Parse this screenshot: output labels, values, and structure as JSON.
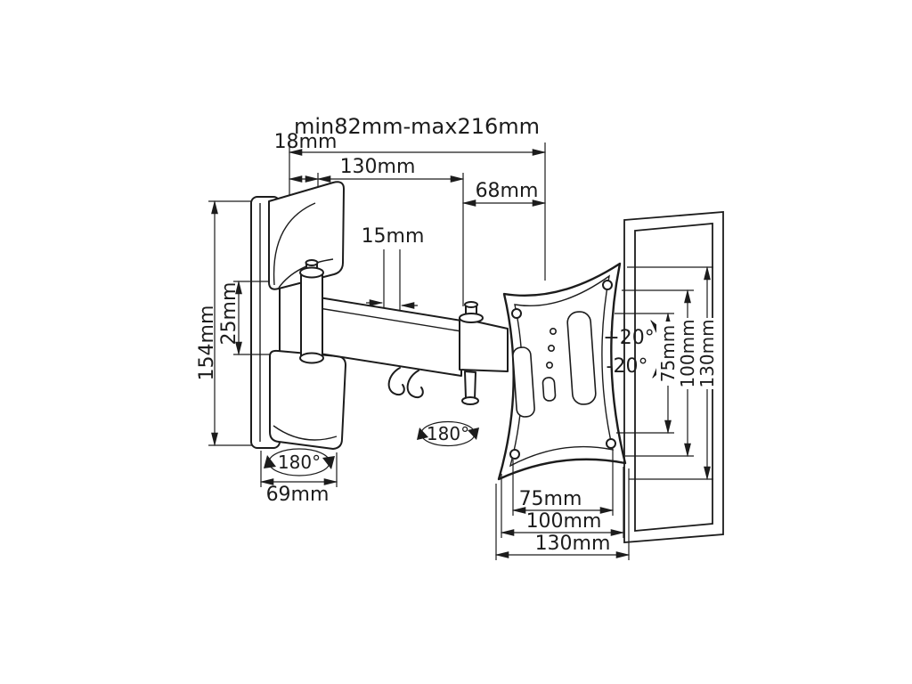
{
  "diagram": {
    "subject": "full-motion-tv-wall-mount-dimension-drawing",
    "style": {
      "line_color": "#1c1c1c",
      "background": "#ffffff"
    }
  },
  "labels": {
    "overall": "min82mm-max216mm",
    "depth_18": "18mm",
    "arm_130": "130mm",
    "offset_68": "68mm",
    "thickness_15": "15mm",
    "height_154": "154mm",
    "hinge_25": "25mm",
    "width_69": "69mm",
    "swivel_wall": "180°",
    "swivel_plate": "180°",
    "tilt_plus": "+20°",
    "tilt_minus": "-20°",
    "vesa_v75": "75mm",
    "vesa_v100": "100mm",
    "vesa_v130": "130mm",
    "vesa_h75": "75mm",
    "vesa_h100": "100mm",
    "vesa_h130": "130mm"
  }
}
